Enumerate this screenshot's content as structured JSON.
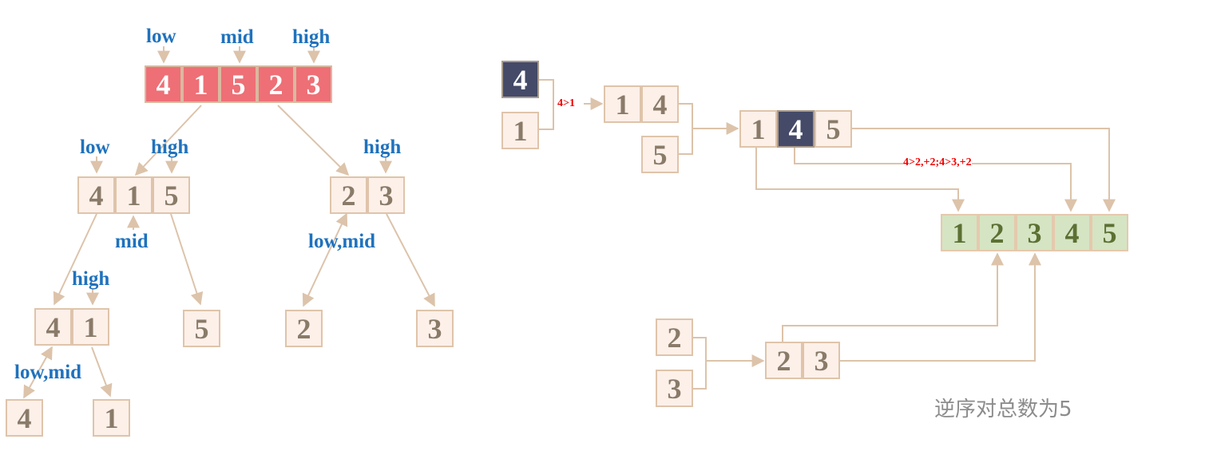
{
  "left_tree": {
    "root": {
      "cells": [
        "4",
        "1",
        "5",
        "2",
        "3"
      ],
      "pointer_labels": [
        "low",
        "mid",
        "high"
      ]
    },
    "left_child": {
      "cells": [
        "4",
        "1",
        "5"
      ],
      "top_labels": [
        "low",
        "high"
      ],
      "bottom_label": "mid"
    },
    "right_child": {
      "cells": [
        "2",
        "3"
      ],
      "top_label": "high",
      "bottom_label": "low,mid"
    },
    "pair_41": {
      "cells": [
        "4",
        "1"
      ],
      "top_label": "high",
      "bottom_label": "low,mid"
    },
    "leaves": [
      "4",
      "1",
      "5",
      "2",
      "3"
    ]
  },
  "right_merge": {
    "step1": {
      "inputs": [
        "4",
        "1"
      ],
      "note": "4>1",
      "output": [
        "1",
        "4"
      ]
    },
    "step2": {
      "extra_input": "5",
      "output": [
        "1",
        "4",
        "5"
      ],
      "note": "4>2,+2;4>3,+2"
    },
    "step3": {
      "inputs": [
        "2",
        "3"
      ],
      "output": [
        "2",
        "3"
      ]
    },
    "final": [
      "1",
      "2",
      "3",
      "4",
      "5"
    ],
    "summary": "逆序对总数为5"
  },
  "colors": {
    "root_fill": "#ee6f76",
    "cell_fill": "#fcf0e9",
    "cell_border": "#dfc4aa",
    "highlight_fill": "#444a68",
    "result_fill": "#d5e4c3",
    "result_text": "#5c7033",
    "label_blue": "#1f72bd",
    "note_red": "#f00000",
    "arrow": "#dcc3aa"
  }
}
